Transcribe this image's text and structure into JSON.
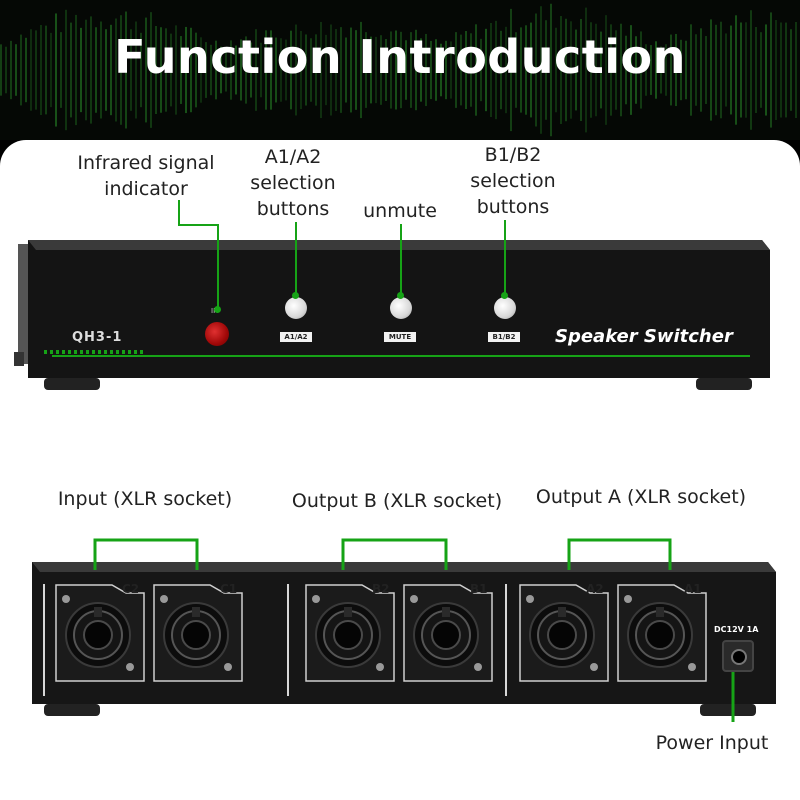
{
  "title": "Function Introduction",
  "front": {
    "model": "QH3-1",
    "brand": "Speaker Switcher",
    "ir_label": "IR",
    "button_labels": [
      "A1/A2",
      "MUTE",
      "B1/B2"
    ],
    "callouts": {
      "ir": "Infrared signal indicator",
      "a_buttons": "A1/A2 selection buttons",
      "mute": "unmute",
      "b_buttons": "B1/B2 selection buttons"
    }
  },
  "back": {
    "socket_labels": [
      "C2",
      "C1",
      "B2",
      "B1",
      "A2",
      "A1"
    ],
    "dc_label": "DC12V 1A",
    "callouts": {
      "input": "Input (XLR socket)",
      "output_b": "Output B (XLR socket)",
      "output_a": "Output A (XLR socket)",
      "power": "Power Input"
    }
  },
  "colors": {
    "accent": "#16a316",
    "panel": "#ffffff",
    "device": "#1a1a1a",
    "ir_led": "#b01010"
  }
}
